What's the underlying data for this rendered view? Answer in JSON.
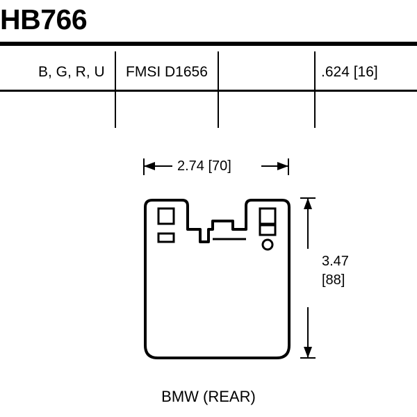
{
  "header": {
    "part_number": "HB766",
    "compound_codes": "B, G, R, U",
    "fmsi": "FMSI D1656",
    "thickness": ".624 [16]"
  },
  "dimensions": {
    "width_label": "2.74 [70]",
    "height_label_line1": "3.47",
    "height_label_line2": "[88]"
  },
  "caption": "BMW (REAR)",
  "colors": {
    "line": "#000000",
    "background": "#ffffff"
  }
}
